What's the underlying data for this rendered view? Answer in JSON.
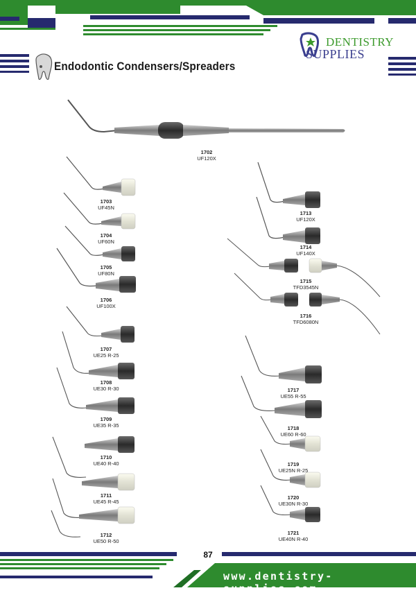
{
  "header": {
    "title": "Endodontic Condensers/Spreaders",
    "brand_line1": "DENTISTRY",
    "brand_line2": "SUPPLIES",
    "colors": {
      "green": "#2e8b2e",
      "navy": "#262a6e",
      "dark_green": "#1f6e24"
    }
  },
  "main_item": {
    "code": "1702",
    "model": "UF120X"
  },
  "items": [
    {
      "code": "1703",
      "model": "UF45N"
    },
    {
      "code": "1704",
      "model": "UF60N"
    },
    {
      "code": "1705",
      "model": "UF80N"
    },
    {
      "code": "1706",
      "model": "UF100X"
    },
    {
      "code": "1713",
      "model": "UF120X"
    },
    {
      "code": "1714",
      "model": "UF140X"
    },
    {
      "code": "1715",
      "model": "TFD3545N"
    },
    {
      "code": "1716",
      "model": "TFD6080N"
    },
    {
      "code": "1707",
      "model": "UE25 R-25"
    },
    {
      "code": "1708",
      "model": "UE30 R-30"
    },
    {
      "code": "1709",
      "model": "UE35 R-35"
    },
    {
      "code": "1710",
      "model": "UE40 R-40"
    },
    {
      "code": "1711",
      "model": "UE45 R-45"
    },
    {
      "code": "1712",
      "model": "UE50 R-50"
    },
    {
      "code": "1717",
      "model": "UE55 R-55"
    },
    {
      "code": "1718",
      "model": "UE60 R-60"
    },
    {
      "code": "1719",
      "model": "UE25N R-25"
    },
    {
      "code": "1720",
      "model": "UE30N R-30"
    },
    {
      "code": "1721",
      "model": "UE40N R-40"
    }
  ],
  "footer": {
    "page_number": "87",
    "website": "www.dentistry-supplies.com"
  }
}
